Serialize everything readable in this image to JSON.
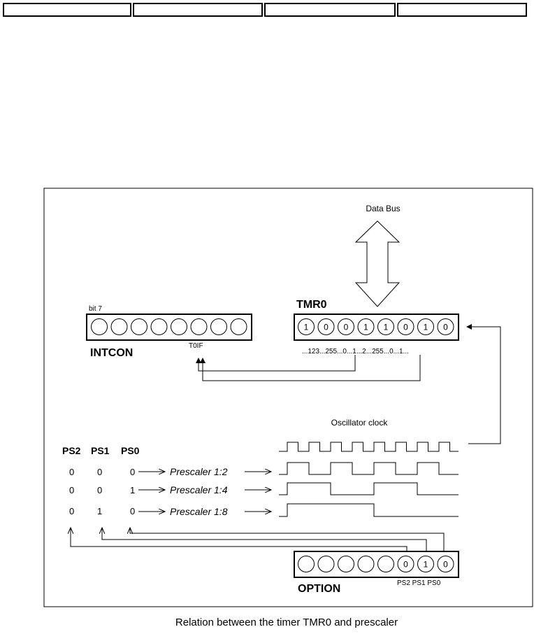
{
  "header_tabs": [
    "",
    "",
    "",
    ""
  ],
  "diagram": {
    "data_bus_label": "Data Bus",
    "tmr0": {
      "label": "TMR0",
      "bits": [
        "1",
        "0",
        "0",
        "1",
        "1",
        "0",
        "1",
        "0"
      ],
      "count_sequence": "...123...255...0...1...2...255...0...1..."
    },
    "intcon": {
      "label": "INTCON",
      "bit7_label": "bit 7",
      "flag_label": "T0IF",
      "bits": [
        "",
        "",
        "",
        "",
        "",
        "",
        "",
        ""
      ]
    },
    "oscillator_label": "Oscillator clock",
    "ps_headers": [
      "PS2",
      "PS1",
      "PS0"
    ],
    "prescaler_rows": [
      {
        "ps2": "0",
        "ps1": "0",
        "ps0": "0",
        "label": "Prescaler 1:2"
      },
      {
        "ps2": "0",
        "ps1": "0",
        "ps0": "1",
        "label": "Prescaler 1:4"
      },
      {
        "ps2": "0",
        "ps1": "1",
        "ps0": "0",
        "label": "Prescaler 1:8"
      }
    ],
    "option": {
      "label": "OPTION",
      "bits": [
        "",
        "",
        "",
        "",
        "",
        "0",
        "1",
        "0"
      ],
      "bit_labels": "PS2 PS1 PS0"
    }
  },
  "caption": "Relation between the timer TMR0 and prescaler"
}
